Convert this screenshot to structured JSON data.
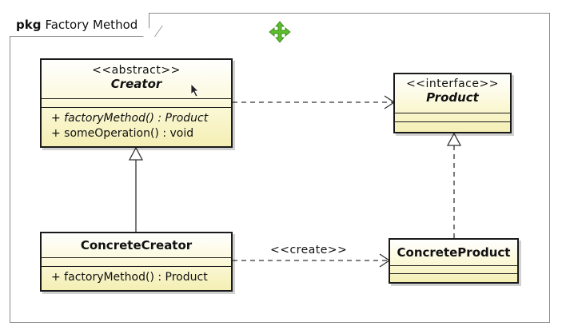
{
  "frame": {
    "keyword": "pkg",
    "title": "Factory Method"
  },
  "classes": {
    "creator": {
      "stereotype": "<<abstract>>",
      "name": "Creator",
      "operations": [
        {
          "text": "+ factoryMethod() : Product",
          "abstract": true
        },
        {
          "text": "+ someOperation() : void",
          "abstract": false
        }
      ]
    },
    "product": {
      "stereotype": "<<interface>>",
      "name": "Product"
    },
    "concrete_creator": {
      "name": "ConcreteCreator",
      "operations": [
        {
          "text": "+ factoryMethod() : Product",
          "abstract": false
        }
      ]
    },
    "concrete_product": {
      "name": "ConcreteProduct"
    }
  },
  "relations": {
    "create_label": "<<create>>"
  },
  "icons": {
    "move": "move-arrows-icon",
    "cursor": "mouse-cursor-icon"
  },
  "colors": {
    "class_fill": "#f4efb4",
    "move_icon": "#5bbf2a"
  }
}
